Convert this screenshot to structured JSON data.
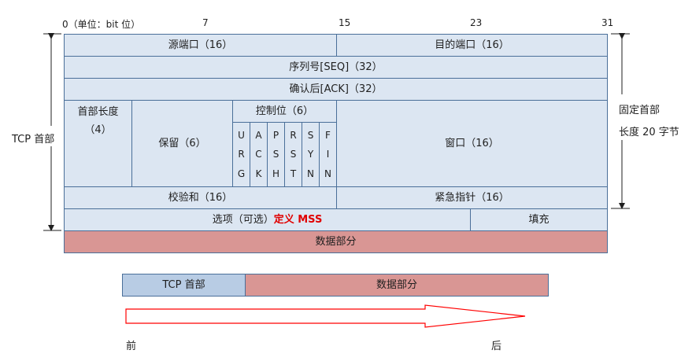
{
  "bit_marks": {
    "b0": "0（单位：bit 位）",
    "b7": "7",
    "b15": "15",
    "b23": "23",
    "b31": "31"
  },
  "header": {
    "src_port": "源端口（16）",
    "dst_port": "目的端口（16）",
    "seq": "序列号[SEQ]（32）",
    "ack": "确认后[ACK]（32）",
    "hdr_len_line1": "首部长度",
    "hdr_len_line2": "（4）",
    "reserved": "保留（6）",
    "control": "控制位（6）",
    "flags": [
      [
        "U",
        "R",
        "G"
      ],
      [
        "A",
        "C",
        "K"
      ],
      [
        "P",
        "S",
        "H"
      ],
      [
        "R",
        "S",
        "T"
      ],
      [
        "S",
        "Y",
        "N"
      ],
      [
        "F",
        "I",
        "N"
      ]
    ],
    "window": "窗口（16）",
    "checksum": "校验和（16）",
    "urgent": "紧急指针（16）",
    "options_prefix": "选项（可选）",
    "options_highlight": "定义 MSS",
    "padding": "填充",
    "data": "数据部分"
  },
  "left_label": "TCP 首部",
  "right_label_line1": "固定首部",
  "right_label_line2": "长度 20 字节",
  "bottom": {
    "tcp_header": "TCP 首部",
    "data": "数据部分"
  },
  "direction": {
    "front": "前",
    "back": "后"
  },
  "colors": {
    "header_fill": "#dce6f2",
    "data_fill": "#d99694",
    "border": "#4a6f99",
    "arrow": "#ff0000",
    "highlight": "#e00000"
  }
}
